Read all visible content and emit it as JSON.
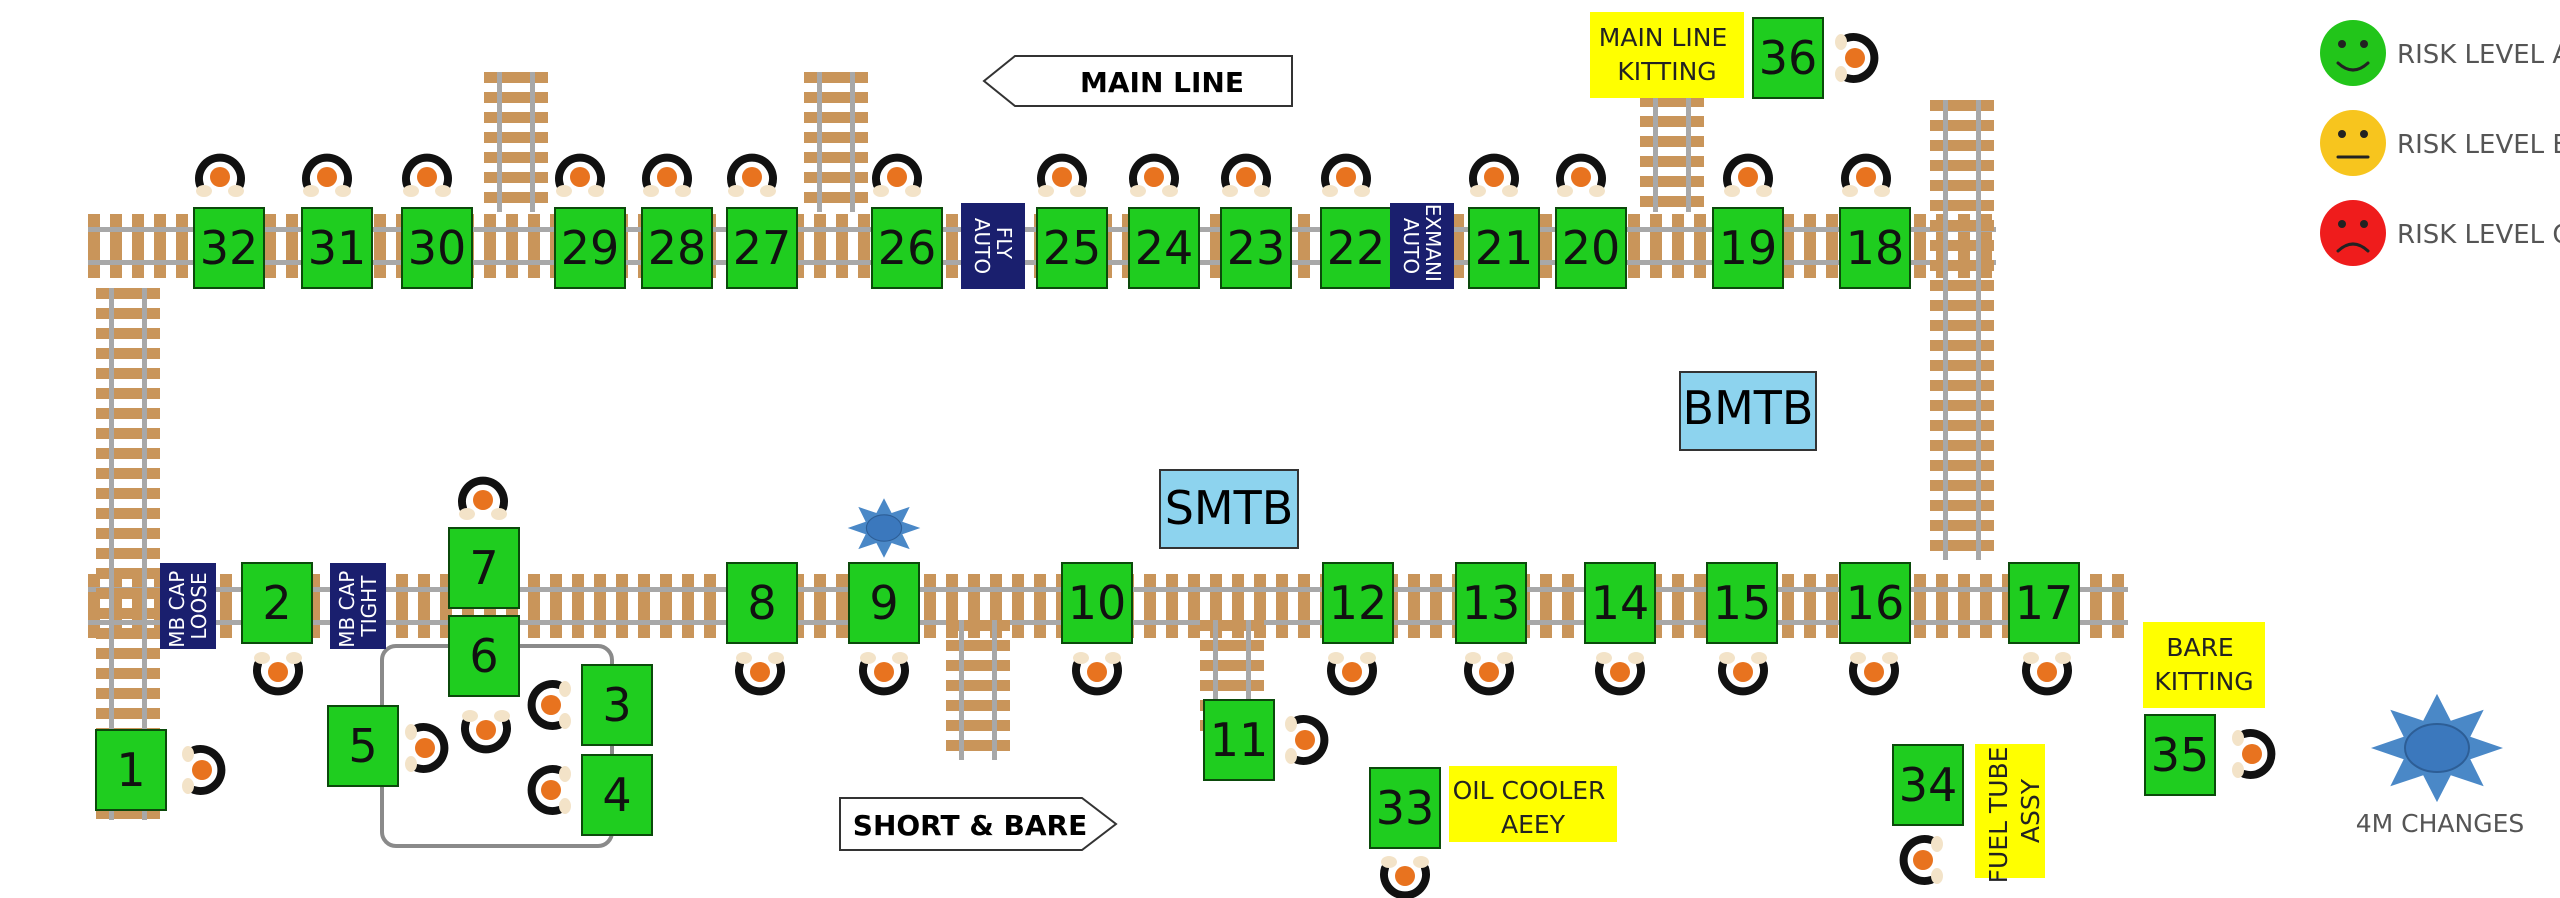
{
  "top_line_label": "MAIN LINE",
  "bottom_line_label": "SHORT & BARE",
  "zones": {
    "bmtb": "BMTB",
    "smtb": "SMTB"
  },
  "markers": {
    "fly_auto": "FLY AUTO",
    "exmani_auto": "EXMANI AUTO",
    "mb_cap_loose": "MB CAP LOOSE",
    "mb_cap_tight": "MB CAP TIGHT"
  },
  "kitting": {
    "main_line": [
      "MAIN LINE",
      "KITTING"
    ],
    "bare": [
      "BARE",
      "KITTING"
    ],
    "oil_cooler": [
      "OIL COOLER",
      "AEEY"
    ],
    "fuel_tube": [
      "FUEL TUBE",
      "ASSY"
    ]
  },
  "legend": [
    {
      "label": "RISK LEVEL A",
      "color": "#22c51a",
      "face": "smile"
    },
    {
      "label": "RISK LEVEL B",
      "color": "#f7c51e",
      "face": "neutral"
    },
    {
      "label": "RISK LEVEL C",
      "color": "#ef1c1c",
      "face": "frown"
    }
  ],
  "changes_label": "4M CHANGES",
  "colors": {
    "station": "#1fcd1f",
    "marker": "#1a1f6e",
    "zone": "#8dd3ee",
    "kitting": "#ffff00",
    "operator": "#e8731f"
  },
  "stations": {
    "s1": "1",
    "s2": "2",
    "s3": "3",
    "s4": "4",
    "s5": "5",
    "s6": "6",
    "s7": "7",
    "s8": "8",
    "s9": "9",
    "s10": "10",
    "s11": "11",
    "s12": "12",
    "s13": "13",
    "s14": "14",
    "s15": "15",
    "s16": "16",
    "s17": "17",
    "s18": "18",
    "s19": "19",
    "s20": "20",
    "s21": "21",
    "s22": "22",
    "s23": "23",
    "s24": "24",
    "s25": "25",
    "s26": "26",
    "s27": "27",
    "s28": "28",
    "s29": "29",
    "s30": "30",
    "s31": "31",
    "s32": "32",
    "s33": "33",
    "s34": "34",
    "s35": "35",
    "s36": "36"
  }
}
